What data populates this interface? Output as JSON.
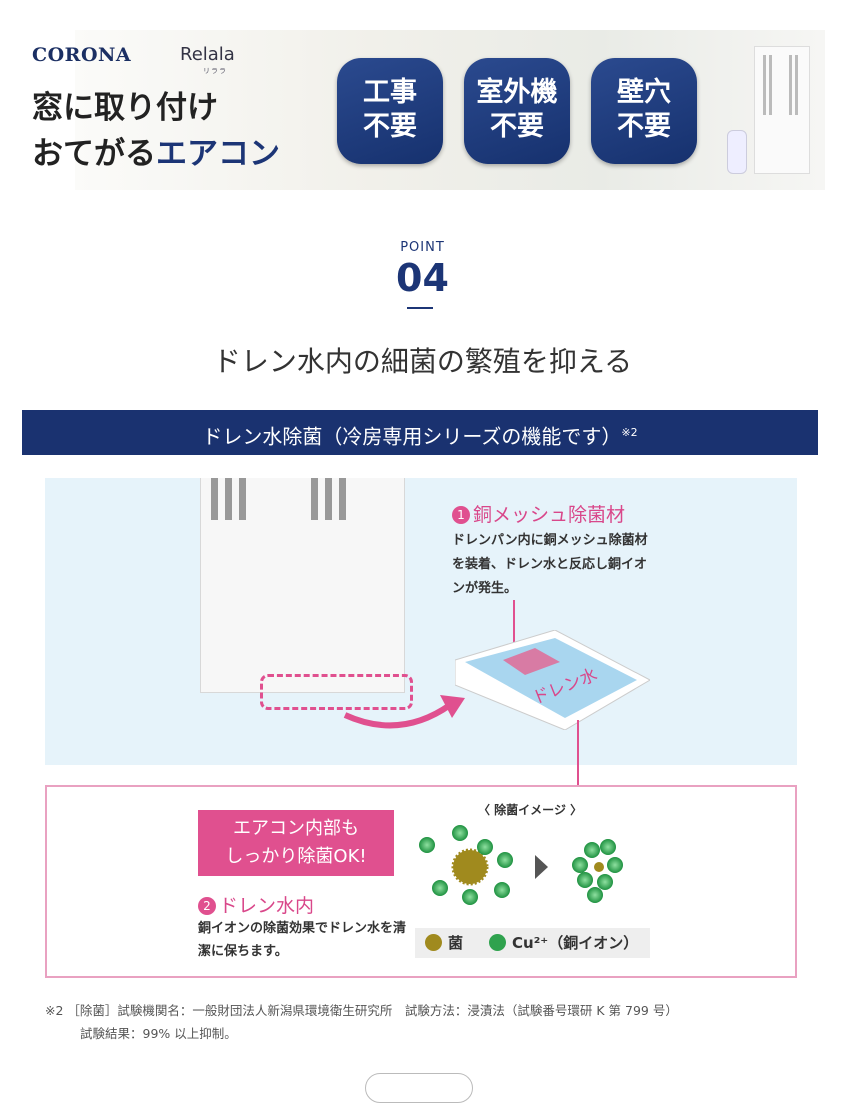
{
  "banner": {
    "brand": "CORONA",
    "product": "Relala",
    "product_kana": "リララ",
    "tagline1": "窓に取り付け",
    "tagline2_plain": "おてがる",
    "tagline2_accent": "エアコン",
    "badges": [
      {
        "line1": "工事",
        "line2": "不要"
      },
      {
        "line1": "室外機",
        "line2": "不要"
      },
      {
        "line1": "壁穴",
        "line2": "不要"
      }
    ]
  },
  "point": {
    "label": "POINT",
    "number": "04"
  },
  "heading": "ドレン水内の細菌の繁殖を抑える",
  "section_bar": {
    "text": "ドレン水除菌（冷房専用シリーズの機能です）",
    "note": "※2"
  },
  "feature1": {
    "num": "1",
    "title": "銅メッシュ除菌材",
    "desc": "ドレンパン内に銅メッシュ除菌材を装着、ドレン水と反応し銅イオンが発生。",
    "tray_label": "ドレン水"
  },
  "feature2": {
    "callout_line1": "エアコン内部も",
    "callout_line2": "しっかり除菌OK!",
    "num": "2",
    "title": "ドレン水内",
    "desc": "銅イオンの除菌効果でドレン水を清潔に保ちます。"
  },
  "image_caption": "〈 除菌イメージ 〉",
  "legend": {
    "bacteria": "菌",
    "ion": "Cu²⁺（銅イオン）"
  },
  "colors": {
    "navy": "#1a3270",
    "pink": "#e0508f",
    "bacteria": "#a08a1e",
    "ion": "#2fa24e",
    "panel": "#e6f3fa"
  },
  "footnote": {
    "line1": "※2 ［除菌］試験機関名：一般財団法人新潟県環境衛生研究所　試験方法：浸漬法（試験番号環研 K 第 799 号）",
    "line2": "試験結果：99% 以上抑制。"
  }
}
